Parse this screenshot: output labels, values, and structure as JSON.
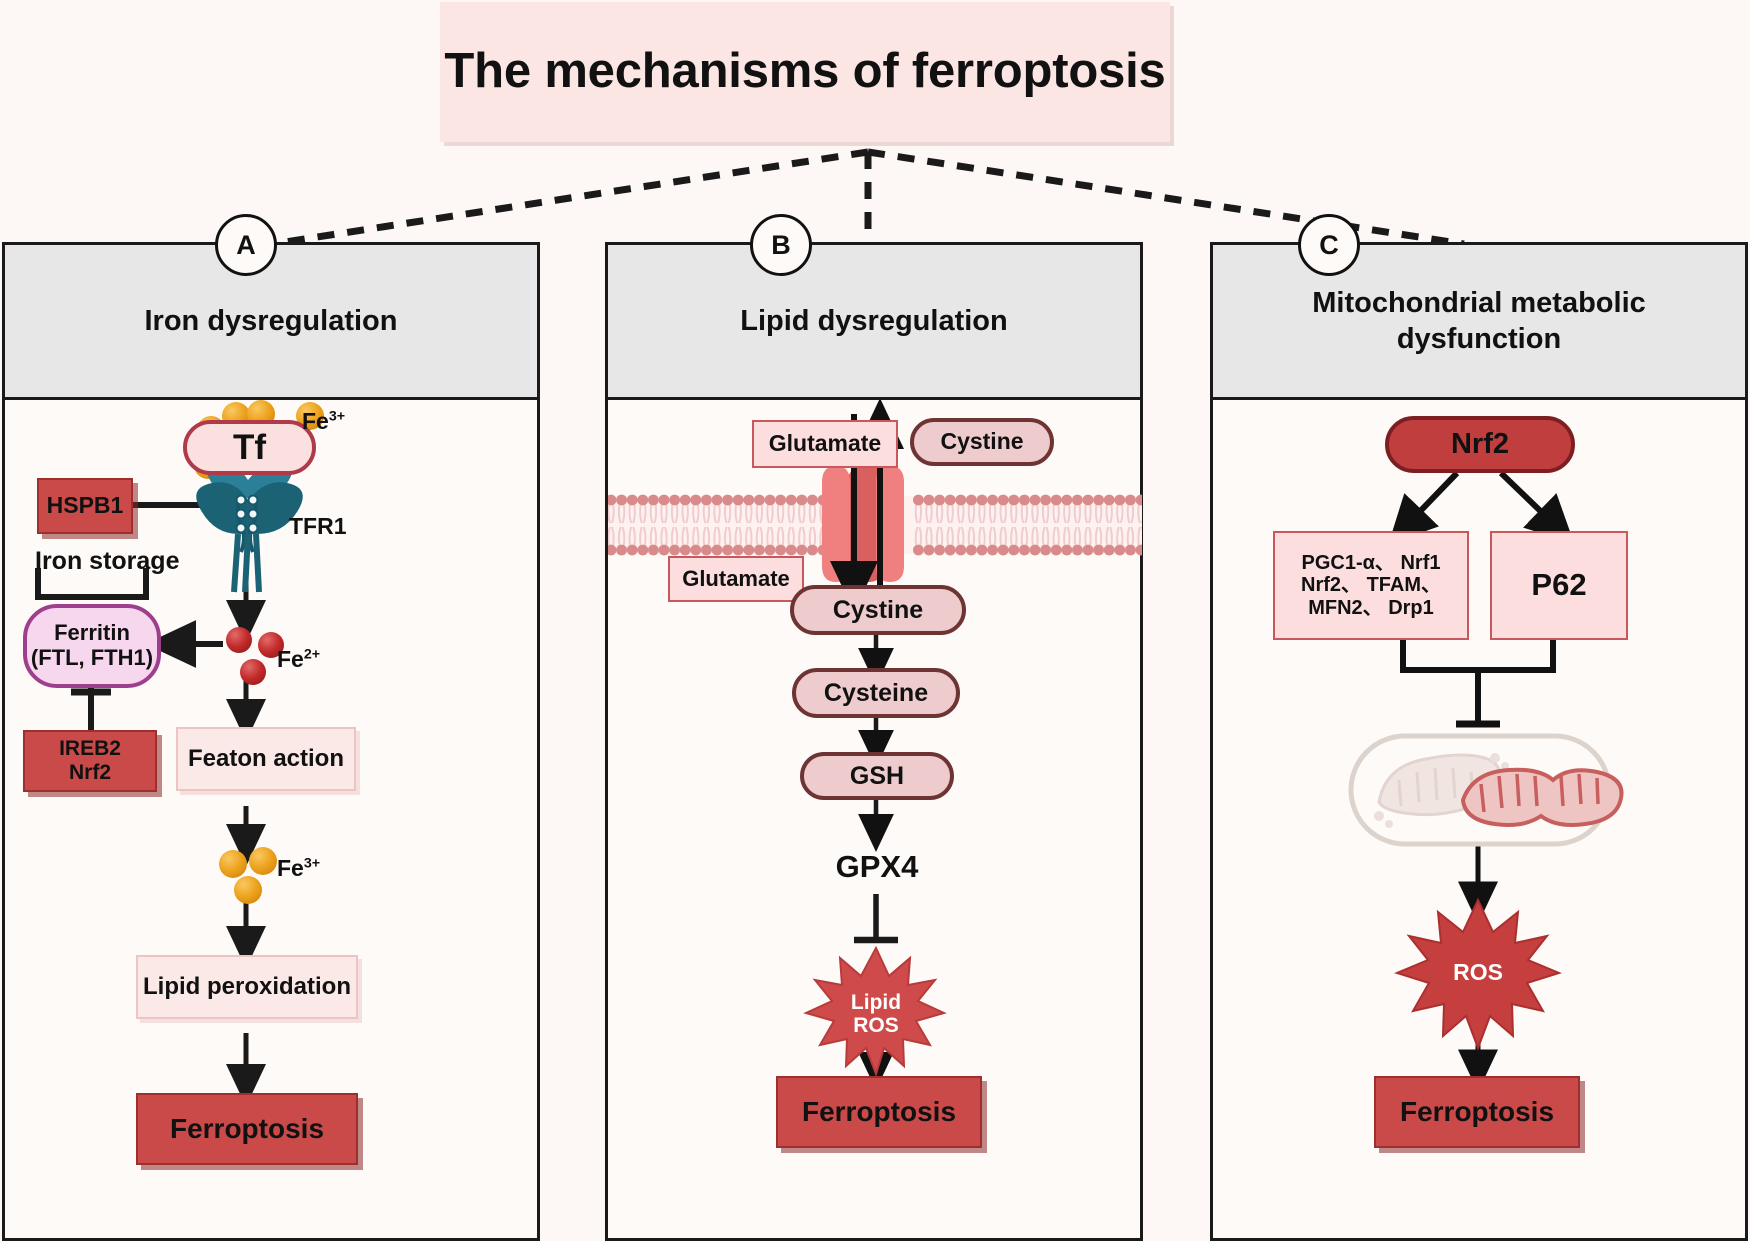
{
  "title": "The mechanisms of ferroptosis",
  "panels": [
    {
      "marker": "A",
      "heading": "Iron dysregulation",
      "nodes": {
        "tf": "Tf",
        "fe3_top": "Fe3+",
        "tfr1": "TFR1",
        "hspb1": "HSPB1",
        "iron_storage": "Iron storage",
        "ferritin_line1": "Ferritin",
        "ferritin_line2": "(FTL, FTH1)",
        "fe2": "Fe2+",
        "ireb2_line1": "IREB2",
        "ireb2_line2": "Nrf2",
        "fenton": "Featon action",
        "fe3_mid": "Fe3+",
        "lipid_peroxidation": "Lipid peroxidation",
        "ferroptosis": "Ferroptosis"
      }
    },
    {
      "marker": "B",
      "heading": "Lipid dysregulation",
      "nodes": {
        "glutamate_out": "Glutamate",
        "cystine_out": "Cystine",
        "glutamate_in": "Glutamate",
        "cystine_in": "Cystine",
        "cysteine": "Cysteine",
        "gsh": "GSH",
        "gpx4": "GPX4",
        "lipid_ros_line1": "Lipid",
        "lipid_ros_line2": "ROS",
        "ferroptosis": "Ferroptosis"
      }
    },
    {
      "marker": "C",
      "heading": "Mitochondrial metabolic dysfunction",
      "nodes": {
        "nrf2": "Nrf2",
        "gene_list_line1": "PGC1-α、 Nrf1",
        "gene_list_line2": "Nrf2、 TFAM、",
        "gene_list_line3": "MFN2、 Drp1",
        "p62": "P62",
        "mitochondria": "mitochondria-illustration",
        "ros": "ROS",
        "ferroptosis": "Ferroptosis"
      }
    }
  ],
  "colors": {
    "background": "#fdf7f5",
    "title_bg": "#fbe6e3",
    "panel_head_bg": "#e7e7e7",
    "panel_border": "#1a1a1a",
    "accent_red": "#ca4a4a",
    "deep_red": "#c03e3e",
    "pale_pink": "#fbe9e7",
    "violet": "#f6d7ee",
    "teal": "#1f7186",
    "iron_orange": "#eda31e",
    "iron_red": "#c42b2b",
    "membrane_pink": "#d98a8a"
  }
}
